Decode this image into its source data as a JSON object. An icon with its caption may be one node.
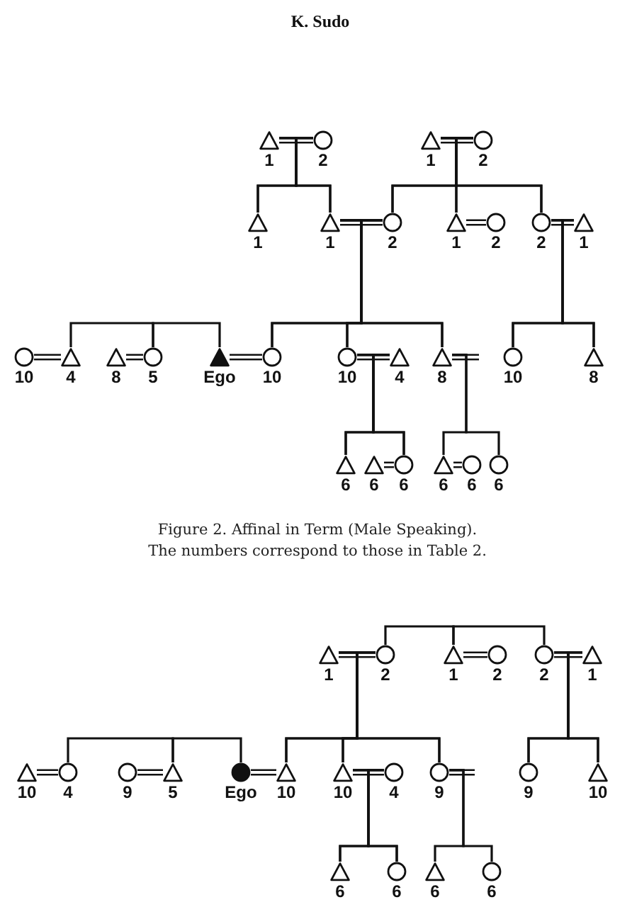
{
  "diagram": {
    "caption": "Figure 2. Affinal in Term (Male Speaking). The numbers correspond to those in Table 2.",
    "nodes": [
      {
        "text": [],
        "shape": "triangle",
        "beside": [
          "1"
        ]
      },
      {
        "text": [],
        "shape": "circle",
        "beside": [
          "2"
        ]
      },
      {
        "text": [],
        "shape": "triangle",
        "beside": [
          "1"
        ]
      },
      {
        "text": [],
        "shape": "circle",
        "beside": [
          "2"
        ]
      },
      {
        "text": [],
        "shape": "triangle",
        "beside": [
          "1"
        ]
      },
      {
        "text": [],
        "shape": "triangle",
        "beside": [
          "1"
        ]
      },
      {
        "text": [],
        "shape": "circle",
        "beside": [
          "2"
        ]
      },
      {
        "text": [],
        "shape": "triangle",
        "beside": [
          "1"
        ]
      },
      {
        "text": [],
        "shape": "circle",
        "beside": [
          "2"
        ]
      },
      {
        "text": [],
        "shape": "circle",
        "beside": [
          "2"
        ]
      },
      {
        "text": [],
        "shape": "triangle",
        "beside": [
          "1"
        ]
      },
      {
        "text": [],
        "shape": "circle",
        "beside": [
          "10"
        ]
      },
      {
        "text": [],
        "shape": "triangle",
        "beside": [
          "4"
        ]
      },
      {
        "text": [],
        "shape": "triangle",
        "beside": [
          "8"
        ]
      },
      {
        "text": [],
        "shape": "circle",
        "beside": [
          "5"
        ]
      },
      {
        "text": [],
        "shape": "triangle",
        "beside": [
          "Ego"
        ]
      },
      {
        "text": [],
        "shape": "circle",
        "beside": [
          "10"
        ]
      },
      {
        "text": [],
        "shape": "circle",
        "beside": [
          "10"
        ]
      },
      {
        "text": [],
        "shape": "triangle",
        "beside": [
          "4"
        ]
      },
      {
        "text": [],
        "shape": "triangle",
        "beside": [
          "8"
        ]
      },
      {
        "text": [],
        "shape": "circle",
        "beside": [
          "10"
        ]
      },
      {
        "text": [],
        "shape": "triangle",
        "beside": [
          "8"
        ]
      },
      {
        "text": [],
        "shape": "triangle",
        "beside": [
          "6"
        ]
      },
      {
        "text": [],
        "shape": "triangle",
        "beside": [
          "6"
        ]
      },
      {
        "text": [],
        "shape": "circle",
        "beside": [
          "6"
        ]
      },
      {
        "text": [],
        "shape": "triangle",
        "beside": [
          "6"
        ]
      },
      {
        "text": [],
        "shape": "circle",
        "beside": [
          "6"
        ]
      },
      {
        "text": [],
        "shape": "circle",
        "beside": [
          "6"
        ]
      },
      {
        "text": [],
        "shape": "triangle",
        "beside": [
          "1"
        ]
      },
      {
        "text": [],
        "shape": "circle",
        "beside": [
          "2"
        ]
      },
      {
        "text": [],
        "shape": "triangle",
        "beside": [
          "1"
        ]
      },
      {
        "text": [],
        "shape": "circle",
        "beside": [
          "2"
        ]
      },
      {
        "text": [],
        "shape": "circle",
        "beside": [
          "2"
        ]
      },
      {
        "text": [],
        "shape": "triangle",
        "beside": [
          "1"
        ]
      },
      {
        "text": [],
        "shape": "triangle",
        "beside": [
          "10"
        ]
      },
      {
        "text": [],
        "shape": "circle",
        "beside": [
          "4"
        ]
      },
      {
        "text": [],
        "shape": "circle",
        "beside": [
          "9"
        ]
      },
      {
        "text": [],
        "shape": "triangle",
        "beside": [
          "5"
        ]
      },
      {
        "text": [],
        "shape": "circle",
        "beside": [
          "Ego"
        ]
      },
      {
        "text": [],
        "shape": "triangle",
        "beside": [
          "10"
        ]
      },
      {
        "text": [],
        "shape": "triangle",
        "beside": [
          "10"
        ]
      },
      {
        "text": [],
        "shape": "circle",
        "beside": [
          "4"
        ]
      },
      {
        "text": [],
        "shape": "circle",
        "beside": [
          "9"
        ]
      },
      {
        "text": [],
        "shape": "circle",
        "beside": [
          "9"
        ]
      },
      {
        "text": [],
        "shape": "triangle",
        "beside": [
          "10"
        ]
      },
      {
        "text": [],
        "shape": "triangle",
        "beside": [
          "6"
        ]
      },
      {
        "text": [],
        "shape": "circle",
        "beside": [
          "6"
        ]
      },
      {
        "text": [],
        "shape": "triangle",
        "beside": [
          "6"
        ]
      },
      {
        "text": [],
        "shape": "circle",
        "beside": [
          "6"
        ]
      }
    ],
    "edges": [
      {
        "from": 0,
        "to": 1,
        "arrow": "none"
      },
      {
        "from": 0,
        "to": 4,
        "arrow": "none"
      },
      {
        "from": 0,
        "to": 5,
        "arrow": "none"
      },
      {
        "from": 1,
        "to": 4,
        "arrow": "none"
      },
      {
        "from": 1,
        "to": 5,
        "arrow": "none"
      },
      {
        "from": 2,
        "to": 3,
        "arrow": "none"
      },
      {
        "from": 2,
        "to": 6,
        "arrow": "none"
      },
      {
        "from": 2,
        "to": 7,
        "arrow": "none"
      },
      {
        "from": 2,
        "to": 9,
        "arrow": "none"
      },
      {
        "from": 3,
        "to": 6,
        "arrow": "none"
      },
      {
        "from": 3,
        "to": 7,
        "arrow": "none"
      },
      {
        "from": 3,
        "to": 9,
        "arrow": "none"
      },
      {
        "from": 5,
        "to": 6,
        "arrow": "none"
      },
      {
        "from": 7,
        "to": 8,
        "arrow": "none"
      },
      {
        "from": 9,
        "to": 10,
        "arrow": "none"
      },
      {
        "from": 5,
        "to": 16,
        "arrow": "none"
      },
      {
        "from": 5,
        "to": 17,
        "arrow": "none"
      },
      {
        "from": 5,
        "to": 19,
        "arrow": "none"
      },
      {
        "from": 6,
        "to": 16,
        "arrow": "none"
      },
      {
        "from": 6,
        "to": 17,
        "arrow": "none"
      },
      {
        "from": 6,
        "to": 19,
        "arrow": "none"
      },
      {
        "from": 9,
        "to": 20,
        "arrow": "none"
      },
      {
        "from": 9,
        "to": 21,
        "arrow": "none"
      },
      {
        "from": 10,
        "to": 20,
        "arrow": "none"
      },
      {
        "from": 10,
        "to": 21,
        "arrow": "none"
      },
      {
        "from": 11,
        "to": 12,
        "arrow": "none"
      },
      {
        "from": 12,
        "to": 14,
        "arrow": "none"
      },
      {
        "from": 14,
        "to": 15,
        "arrow": "none"
      },
      {
        "from": 13,
        "to": 14,
        "arrow": "none"
      },
      {
        "from": 15,
        "to": 16,
        "arrow": "none"
      },
      {
        "from": 17,
        "to": 18,
        "arrow": "none"
      },
      {
        "from": 19,
        "to": null,
        "arrow": "none"
      },
      {
        "from": 17,
        "to": 22,
        "arrow": "none"
      },
      {
        "from": 17,
        "to": 24,
        "arrow": "none"
      },
      {
        "from": 18,
        "to": 22,
        "arrow": "none"
      },
      {
        "from": 18,
        "to": 24,
        "arrow": "none"
      },
      {
        "from": 23,
        "to": 24,
        "arrow": "none"
      },
      {
        "from": 19,
        "to": 25,
        "arrow": "none"
      },
      {
        "from": 19,
        "to": 27,
        "arrow": "none"
      },
      {
        "from": 25,
        "to": 26,
        "arrow": "none"
      },
      {
        "from": 28,
        "to": 29,
        "arrow": "none"
      },
      {
        "from": 29,
        "to": 30,
        "arrow": "none"
      },
      {
        "from": 30,
        "to": 32,
        "arrow": "none"
      },
      {
        "from": 30,
        "to": 31,
        "arrow": "none"
      },
      {
        "from": 32,
        "to": 33,
        "arrow": "none"
      },
      {
        "from": 28,
        "to": 39,
        "arrow": "none"
      },
      {
        "from": 28,
        "to": 40,
        "arrow": "none"
      },
      {
        "from": 28,
        "to": 42,
        "arrow": "none"
      },
      {
        "from": 29,
        "to": 39,
        "arrow": "none"
      },
      {
        "from": 29,
        "to": 40,
        "arrow": "none"
      },
      {
        "from": 29,
        "to": 42,
        "arrow": "none"
      },
      {
        "from": 32,
        "to": 43,
        "arrow": "none"
      },
      {
        "from": 32,
        "to": 44,
        "arrow": "none"
      },
      {
        "from": 33,
        "to": 43,
        "arrow": "none"
      },
      {
        "from": 33,
        "to": 44,
        "arrow": "none"
      },
      {
        "from": 34,
        "to": 35,
        "arrow": "none"
      },
      {
        "from": 35,
        "to": 37,
        "arrow": "none"
      },
      {
        "from": 37,
        "to": 38,
        "arrow": "none"
      },
      {
        "from": 36,
        "to": 37,
        "arrow": "none"
      },
      {
        "from": 38,
        "to": 39,
        "arrow": "none"
      },
      {
        "from": 40,
        "to": 41,
        "arrow": "none"
      },
      {
        "from": 42,
        "to": null,
        "arrow": "none"
      },
      {
        "from": 40,
        "to": 45,
        "arrow": "none"
      },
      {
        "from": 40,
        "to": 46,
        "arrow": "none"
      },
      {
        "from": 41,
        "to": 45,
        "arrow": "none"
      },
      {
        "from": 41,
        "to": 46,
        "arrow": "none"
      },
      {
        "from": 42,
        "to": 47,
        "arrow": "none"
      },
      {
        "from": 42,
        "to": 48,
        "arrow": "none"
      }
    ],
    "labels": [
      "K. Sudo"
    ]
  }
}
